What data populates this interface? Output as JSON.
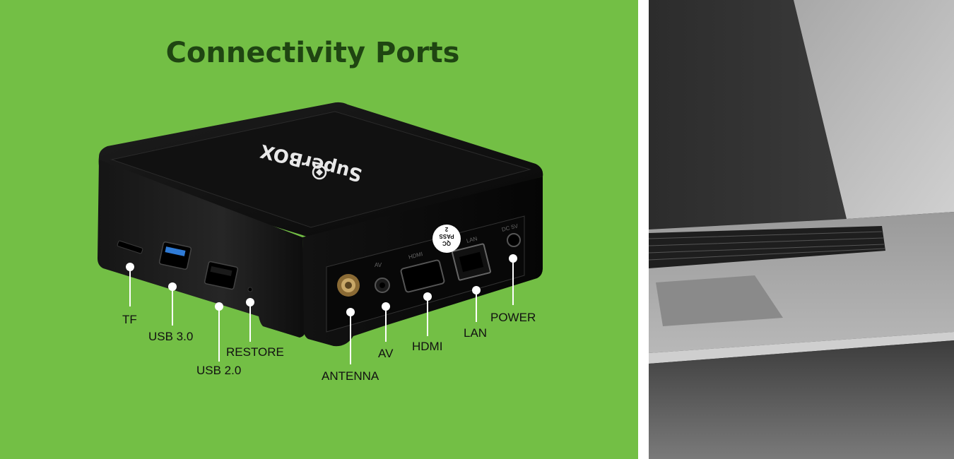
{
  "title": "Connectivity Ports",
  "brand": "SuperBOX",
  "badge": "QC PASS 2",
  "port_markings": {
    "av": "AV",
    "hdmi": "HDMI",
    "lan": "LAN",
    "power": "DC 5V"
  },
  "ports": [
    {
      "key": "tf",
      "label": "TF"
    },
    {
      "key": "usb3",
      "label": "USB 3.0"
    },
    {
      "key": "usb2",
      "label": "USB 2.0"
    },
    {
      "key": "restore",
      "label": "RESTORE"
    },
    {
      "key": "antenna",
      "label": "ANTENNA"
    },
    {
      "key": "av",
      "label": "AV"
    },
    {
      "key": "hdmi",
      "label": "HDMI"
    },
    {
      "key": "lan",
      "label": "LAN"
    },
    {
      "key": "power",
      "label": "POWER"
    }
  ],
  "colors": {
    "background": "#73bf45",
    "title": "#1f4512",
    "device": "#0f0f0f",
    "usb3_accent": "#2f7bd6",
    "callout": "#ffffff"
  }
}
